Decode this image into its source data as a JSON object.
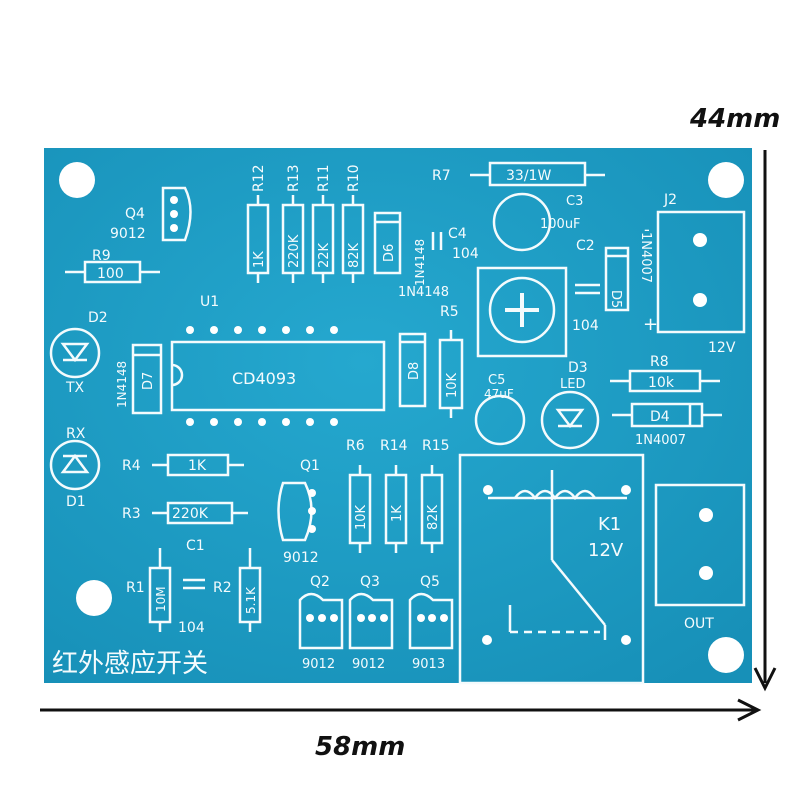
{
  "board": {
    "title_cn": "红外感应开关",
    "colors": {
      "board": "#1b9cc4",
      "silk": "#f4fbfd",
      "hole": "#ffffff",
      "dimension": "#111111"
    }
  },
  "dimensions": {
    "height": "44mm",
    "width": "58mm"
  },
  "labels": {
    "R12": "R12",
    "R13": "R13",
    "R11": "R11",
    "R10": "R10",
    "R7": "R7",
    "R7_val": "33/1W",
    "J2": "J2",
    "J2_plus": "+",
    "J2_minus": "-",
    "J2_voltage": "12V",
    "Q4": "Q4",
    "Q4_part": "9012",
    "R9": "R9",
    "R9_val": "100",
    "C4": "C4",
    "C4_val": "104",
    "C3": "C3",
    "C3_val": "100uF",
    "C2": "C2",
    "C2_val": "104",
    "D5_val": "1N4007",
    "D5": "D5",
    "R12_val": "1K",
    "R13_val": "220K",
    "R11_val": "22K",
    "R10_val": "82K",
    "D6": "D6",
    "D6_val": "1N4148",
    "U1": "U1",
    "U1_part": "CD4093",
    "D8": "D8",
    "D8_val": "1N4148",
    "R5": "R5",
    "R5_val": "10K",
    "D2": "D2",
    "D2_sub": "TX",
    "D7": "D7",
    "D7_val": "1N4148",
    "C5": "C5",
    "C5_val": "47uF",
    "D3": "D3",
    "D3_sub": "LED",
    "R8": "R8",
    "R8_val": "10k",
    "D4": "D4",
    "D4_val": "1N4007",
    "D1_top": "RX",
    "D1": "D1",
    "R4": "R4",
    "R4_val": "1K",
    "R3": "R3",
    "R3_val": "220K",
    "Q1": "Q1",
    "Q1_part": "9012",
    "R6": "R6",
    "R14": "R14",
    "R15": "R15",
    "R6_val": "10K",
    "R14_val": "1K",
    "R15_val": "82K",
    "K1": "K1",
    "K1_voltage": "12V",
    "C1": "C1",
    "C1_val": "104",
    "R1": "R1",
    "R1_val": "10M",
    "R2": "R2",
    "R2_val": "5.1K",
    "Q2": "Q2",
    "Q2_part": "9012",
    "Q3": "Q3",
    "Q3_part": "9012",
    "Q5": "Q5",
    "Q5_part": "9013",
    "OUT": "OUT"
  }
}
